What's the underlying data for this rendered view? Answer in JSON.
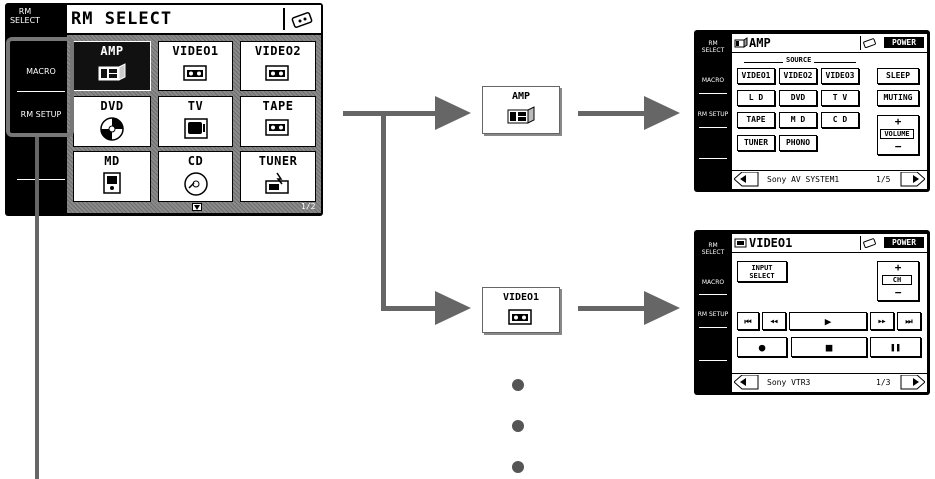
{
  "main": {
    "corner_label": "RM\nSELECT",
    "title": "RM SELECT",
    "page": "1/2",
    "rail": [
      "MACRO",
      "RM SETUP"
    ],
    "tiles": [
      {
        "label": "AMP",
        "icon": "amp-icon"
      },
      {
        "label": "VIDEO1",
        "icon": "video-icon"
      },
      {
        "label": "VIDEO2",
        "icon": "video-icon"
      },
      {
        "label": "DVD",
        "icon": "disc-icon"
      },
      {
        "label": "TV",
        "icon": "tv-icon"
      },
      {
        "label": "TAPE",
        "icon": "tape-icon"
      },
      {
        "label": "MD",
        "icon": "md-icon"
      },
      {
        "label": "CD",
        "icon": "cd-icon"
      },
      {
        "label": "TUNER",
        "icon": "tuner-icon"
      }
    ]
  },
  "middle": {
    "amp_label": "AMP",
    "video_label": "VIDEO1"
  },
  "amp_screen": {
    "corner_label": "RM\nSELECT",
    "title": "AMP",
    "power": "POWER",
    "rail": [
      "MACRO",
      "RM SETUP"
    ],
    "source_label": "SOURCE",
    "sources": [
      [
        "VIDEO1",
        "VIDEO2",
        "VIDEO3"
      ],
      [
        "L D",
        "DVD",
        "T V"
      ],
      [
        "TAPE",
        "M D",
        "C D"
      ],
      [
        "TUNER",
        "PHONO"
      ]
    ],
    "side_buttons": [
      "SLEEP",
      "MUTING"
    ],
    "volume": {
      "plus": "+",
      "label": "VOLUME",
      "minus": "−"
    },
    "status": "Sony AV SYSTEM1",
    "page": "1/5"
  },
  "video_screen": {
    "corner_label": "RM\nSELECT",
    "title": "VIDEO1",
    "power": "POWER",
    "rail": [
      "MACRO",
      "RM SETUP"
    ],
    "input_select": "INPUT\nSELECT",
    "channel": {
      "plus": "+",
      "label": "CH",
      "minus": "−"
    },
    "transport_row1": [
      "⏮",
      "◀◀",
      "▶",
      "▶▶",
      "⏭"
    ],
    "transport_row2": [
      "●",
      "■",
      "❚❚"
    ],
    "status": "Sony VTR3",
    "page": "1/3"
  }
}
